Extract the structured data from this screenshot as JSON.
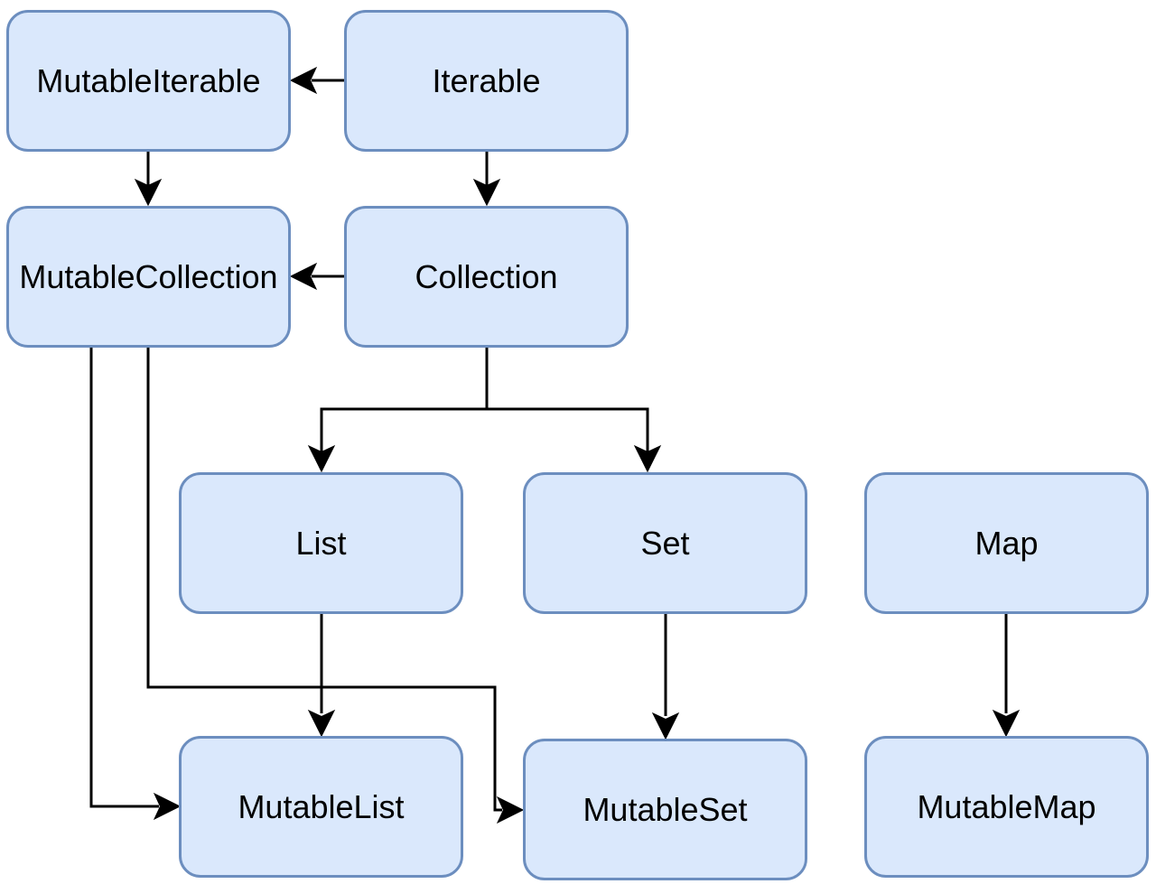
{
  "diagram": {
    "title": "",
    "colors": {
      "node_fill": "#dae8fc",
      "node_border": "#6c8ebf",
      "edge": "#000000",
      "text": "#000000"
    },
    "nodes": {
      "mutable_iterable": "MutableIterable",
      "iterable": "Iterable",
      "mutable_collection": "MutableCollection",
      "collection": "Collection",
      "list": "List",
      "set": "Set",
      "map": "Map",
      "mutable_list": "MutableList",
      "mutable_set": "MutableSet",
      "mutable_map": "MutableMap"
    },
    "edges": [
      {
        "from": "Iterable",
        "to": "MutableIterable"
      },
      {
        "from": "Iterable",
        "to": "Collection"
      },
      {
        "from": "MutableIterable",
        "to": "MutableCollection"
      },
      {
        "from": "Collection",
        "to": "MutableCollection"
      },
      {
        "from": "Collection",
        "to": "List"
      },
      {
        "from": "Collection",
        "to": "Set"
      },
      {
        "from": "MutableCollection",
        "to": "MutableList"
      },
      {
        "from": "MutableCollection",
        "to": "MutableSet"
      },
      {
        "from": "List",
        "to": "MutableList"
      },
      {
        "from": "Set",
        "to": "MutableSet"
      },
      {
        "from": "Map",
        "to": "MutableMap"
      }
    ]
  }
}
